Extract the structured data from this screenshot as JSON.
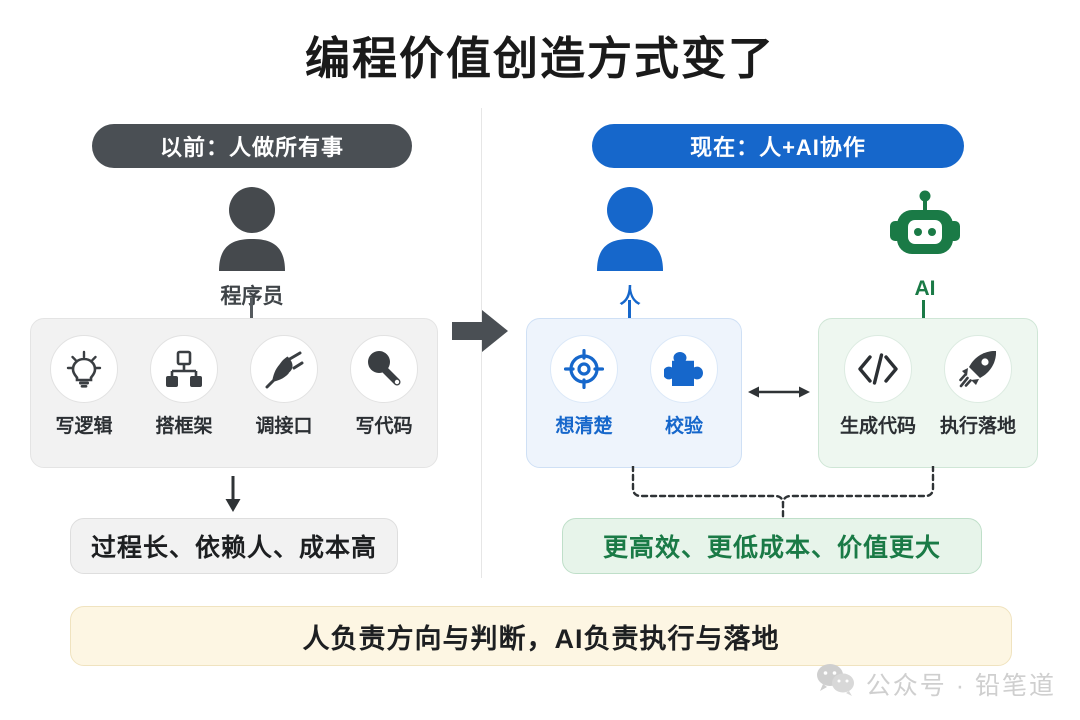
{
  "title": "编程价值创造方式变了",
  "left_panel": {
    "header": "以前：人做所有事",
    "actor": {
      "label": "程序员",
      "icon": "person-icon"
    },
    "tasks": [
      {
        "label": "写逻辑",
        "icon": "lightbulb-icon"
      },
      {
        "label": "搭框架",
        "icon": "sitemap-icon"
      },
      {
        "label": "调接口",
        "icon": "plug-icon"
      },
      {
        "label": "写代码",
        "icon": "pen-icon"
      }
    ],
    "result": "过程长、依赖人、成本高"
  },
  "right_panel": {
    "header": "现在：人+AI协作",
    "human": {
      "label": "人",
      "icon": "person-icon"
    },
    "ai": {
      "label": "AI",
      "icon": "robot-icon"
    },
    "human_tasks": [
      {
        "label": "想清楚",
        "icon": "target-icon"
      },
      {
        "label": "校验",
        "icon": "puzzle-icon"
      }
    ],
    "ai_tasks": [
      {
        "label": "生成代码",
        "icon": "code-brackets-icon"
      },
      {
        "label": "执行落地",
        "icon": "rocket-icon"
      }
    ],
    "result": "更高效、更低成本、价值更大"
  },
  "banner": "人负责方向与判断，AI负责执行与落地",
  "watermark": "公众号 · 铅笔道",
  "colors": {
    "dark_gray": "#4a4f54",
    "blue": "#1667cb",
    "green": "#1a7a46",
    "light_blue_box": "#eef4fc",
    "light_green_box": "#eef7f0",
    "cream_banner": "#fdf6e3"
  }
}
